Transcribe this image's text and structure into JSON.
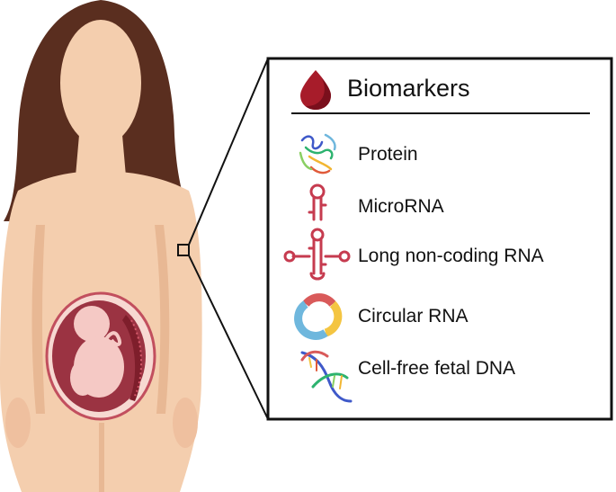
{
  "legend": {
    "title": "Biomarkers",
    "items": [
      {
        "label": "Protein",
        "icon": "protein-icon"
      },
      {
        "label": "MicroRNA",
        "icon": "microrna-icon"
      },
      {
        "label": "Long non-coding RNA",
        "icon": "lncrna-icon"
      },
      {
        "label": "Circular RNA",
        "icon": "circular-rna-icon"
      },
      {
        "label": "Cell-free fetal DNA",
        "icon": "dna-helix-icon"
      }
    ]
  },
  "colors": {
    "skin": "#F4CEAE",
    "skin_shadow": "#E8B894",
    "hair": "#5A2E1F",
    "uterus": "#C24F5E",
    "uterus_dark": "#8E2A38",
    "fetus": "#F5C9C5",
    "blood": "#A71C2A",
    "rna": "#C63B4F",
    "circ_blue": "#6FB7DD",
    "circ_yellow": "#F4C542",
    "circ_red": "#D95A5A"
  }
}
